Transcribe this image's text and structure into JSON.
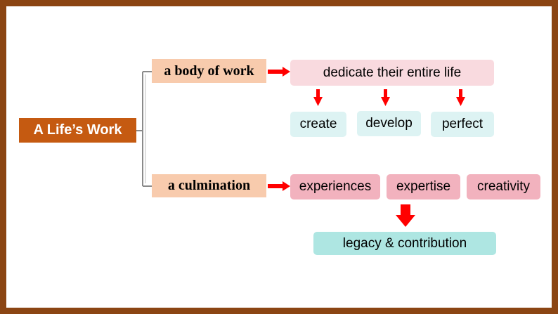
{
  "root": {
    "label": "A Life’s Work"
  },
  "branches": [
    {
      "label": "a body of work"
    },
    {
      "label": "a culmination"
    }
  ],
  "body_of_work": {
    "main": "dedicate their entire life",
    "items": [
      "create",
      "develop",
      "perfect"
    ]
  },
  "culmination": {
    "items": [
      "experiences",
      "expertise",
      "creativity"
    ],
    "result": "legacy & contribution"
  },
  "colors": {
    "frame": "#8B4513",
    "root": "#C55A11",
    "branch": "#F8CBAD",
    "arrow": "#FF0000",
    "pink": "#F9DADF",
    "teal": "#DDF3F3",
    "rose": "#F2B2BE",
    "legacy": "#AEE6E2"
  }
}
